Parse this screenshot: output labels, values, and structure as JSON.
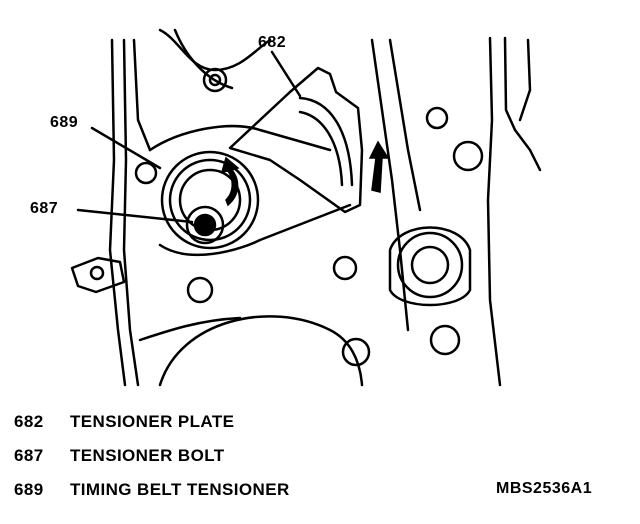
{
  "callouts": [
    {
      "id": "682",
      "label": "682"
    },
    {
      "id": "689",
      "label": "689"
    },
    {
      "id": "687",
      "label": "687"
    }
  ],
  "legend": [
    {
      "number": "682",
      "text": "TENSIONER PLATE"
    },
    {
      "number": "687",
      "text": "TENSIONER BOLT"
    },
    {
      "number": "689",
      "text": "TIMING BELT TENSIONER"
    }
  ],
  "reference_code": "MBS2536A1"
}
